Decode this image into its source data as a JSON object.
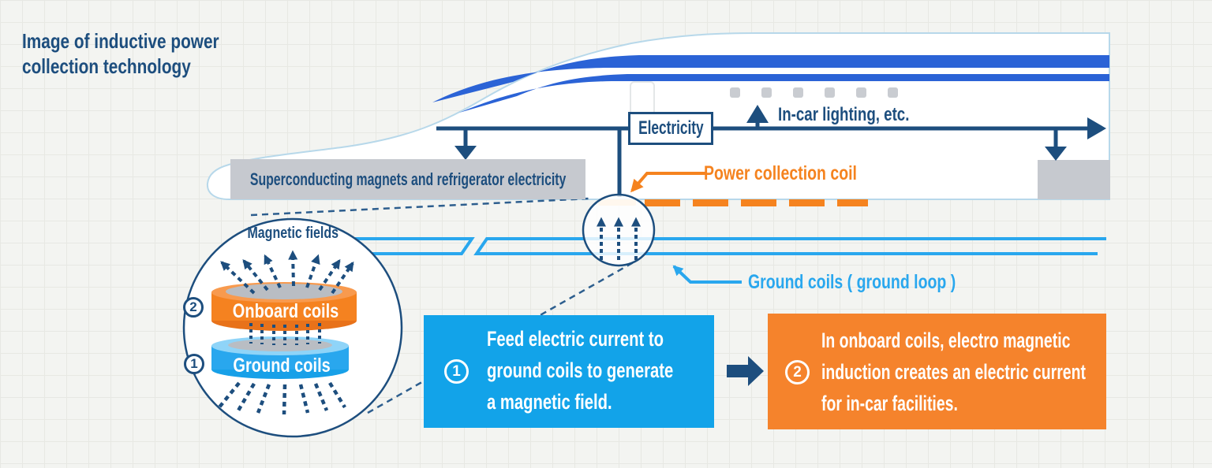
{
  "title": "Image of inductive power collection technology",
  "train": {
    "electricity": "Electricity",
    "in_car": "In-car lighting, etc.",
    "superconducting": "Superconducting magnets and refrigerator electricity",
    "power_coil": "Power collection coil"
  },
  "ground": {
    "label": "Ground coils ( ground loop )"
  },
  "magnifier": {
    "title": "Magnetic fields",
    "onboard": "Onboard coils",
    "ground": "Ground coils",
    "num_onboard": "2",
    "num_ground": "1"
  },
  "steps": [
    {
      "num": "1",
      "lines": [
        "Feed electric current to",
        "ground coils to generate",
        "a magnetic field."
      ]
    },
    {
      "num": "2",
      "lines": [
        "In onboard coils, electro magnetic",
        "induction creates an electric current",
        "for in-car facilities."
      ]
    }
  ],
  "colors": {
    "navy": "#1d4e7e",
    "stripe_blue": "#2b63d6",
    "sky_blue": "#29a7ee",
    "step_box_blue": "#12a3e9",
    "orange": "#f5831f",
    "step_box_orange": "#f5832c",
    "coil_highlight_peach": "#fbd3a3",
    "equipment_gray": "#c6c9cf",
    "background": "#f3f4f1"
  }
}
